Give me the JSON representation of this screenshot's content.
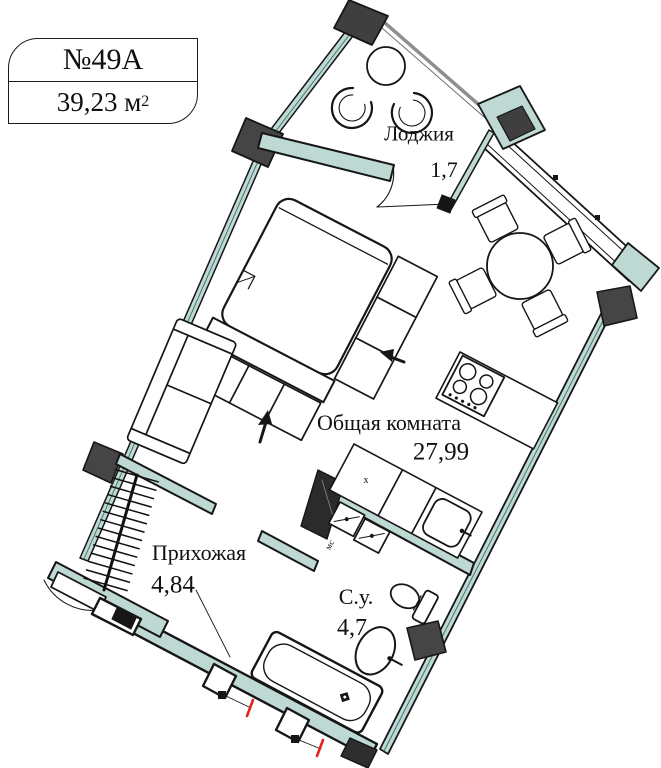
{
  "unit_card": {
    "number": "№49А",
    "area_value": "39,23 м",
    "area_sup": "2"
  },
  "rooms": [
    {
      "name": "Лоджия",
      "area": "1,7"
    },
    {
      "name": "Общая комната",
      "area": "27,99"
    },
    {
      "name": "Прихожая",
      "area": "4,84"
    },
    {
      "name": "С.у.",
      "area": "4,7"
    }
  ],
  "annotations": {
    "kitchen_cabinet": "х",
    "washing_machine": "мс"
  },
  "colors": {
    "wall_fill": "#bed8d3",
    "window_glass": "#3d6b66",
    "pillar_fill": "#454545",
    "outline": "#161616",
    "railing": "#8f8f8f",
    "red_mark": "#e2241c"
  }
}
